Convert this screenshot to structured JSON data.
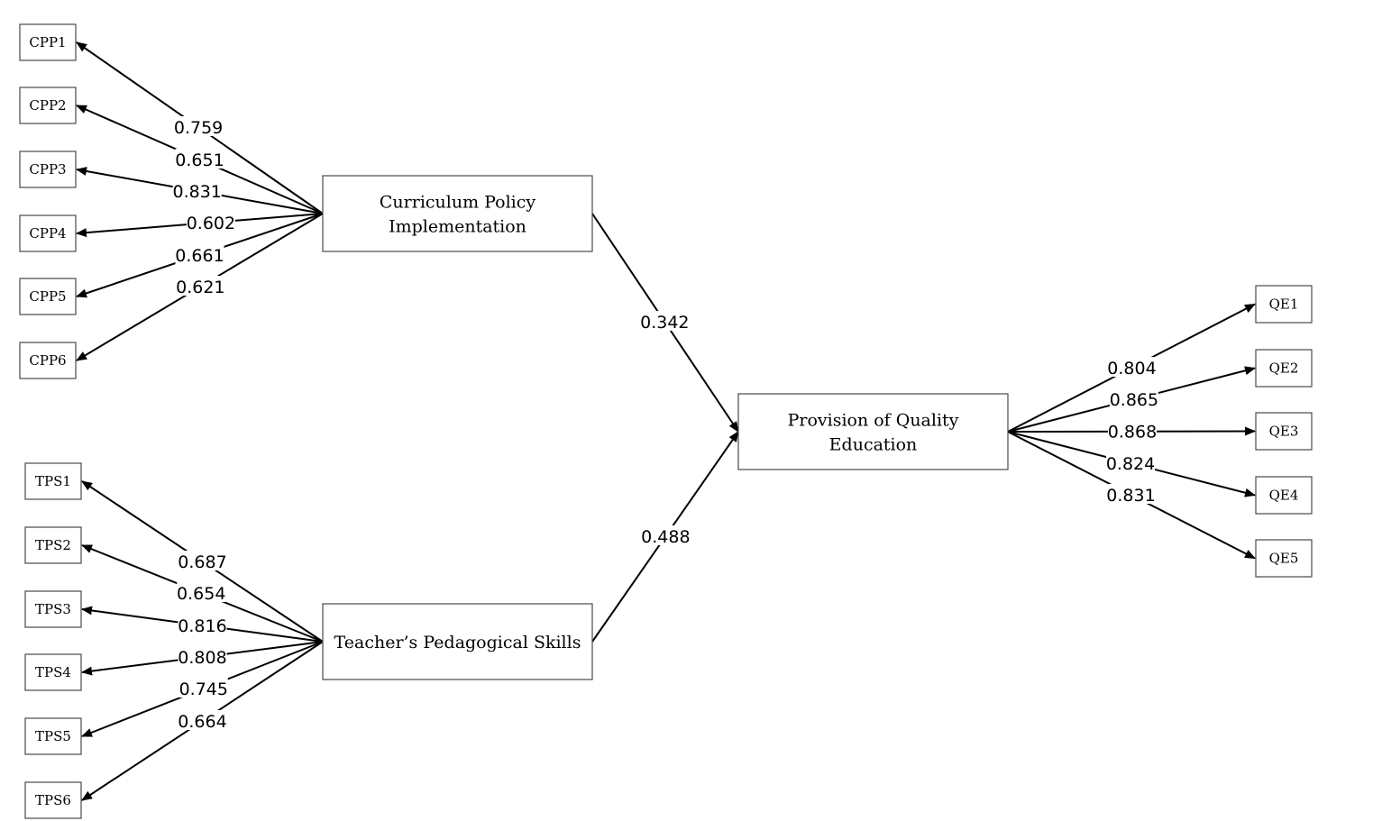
{
  "constructs": {
    "cpi": {
      "lines": [
        "Curriculum Policy",
        "Implementation"
      ]
    },
    "tps": {
      "lines": [
        "Teacher’s Pedagogical Skills"
      ]
    },
    "pqe": {
      "lines": [
        "Provision of Quality",
        "Education"
      ]
    }
  },
  "indicators": {
    "cpp": [
      "CPP1",
      "CPP2",
      "CPP3",
      "CPP4",
      "CPP5",
      "CPP6"
    ],
    "tps": [
      "TPS1",
      "TPS2",
      "TPS3",
      "TPS4",
      "TPS5",
      "TPS6"
    ],
    "qe": [
      "QE1",
      "QE2",
      "QE3",
      "QE4",
      "QE5"
    ]
  },
  "loadings": {
    "cpp": [
      "0.759",
      "0.651",
      "0.831",
      "0.602",
      "0.661",
      "0.621"
    ],
    "tps": [
      "0.687",
      "0.654",
      "0.816",
      "0.808",
      "0.745",
      "0.664"
    ],
    "qe": [
      "0.804",
      "0.865",
      "0.868",
      "0.824",
      "0.831"
    ]
  },
  "paths": {
    "cpi_to_pqe": "0.342",
    "tps_to_pqe": "0.488"
  }
}
